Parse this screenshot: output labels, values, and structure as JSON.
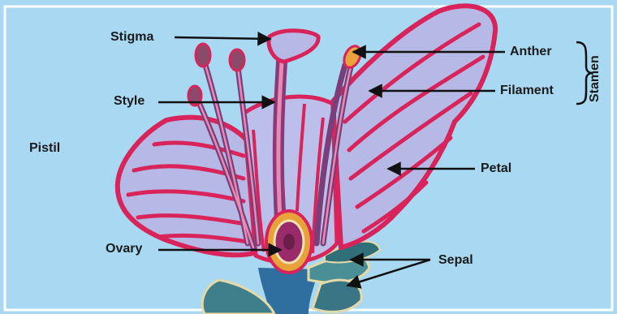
{
  "diagram": {
    "labels": {
      "stigma": "Stigma",
      "style": "Style",
      "pistil": "Pistil",
      "ovary": "Ovary",
      "anther": "Anther",
      "filament": "Filament",
      "petal": "Petal",
      "sepal": "Sepal",
      "stamen": "Stamen"
    },
    "colors": {
      "background": "#a9d8f2",
      "petal_fill": "#b6b9e6",
      "petal_vein": "#d8245a",
      "sepal_fill": "#3f7f8c",
      "stem": "#2f6fa0",
      "ovary_ring": "#e8a23a",
      "ovary_center": "#9a2b6a",
      "arrow": "#111111"
    }
  }
}
